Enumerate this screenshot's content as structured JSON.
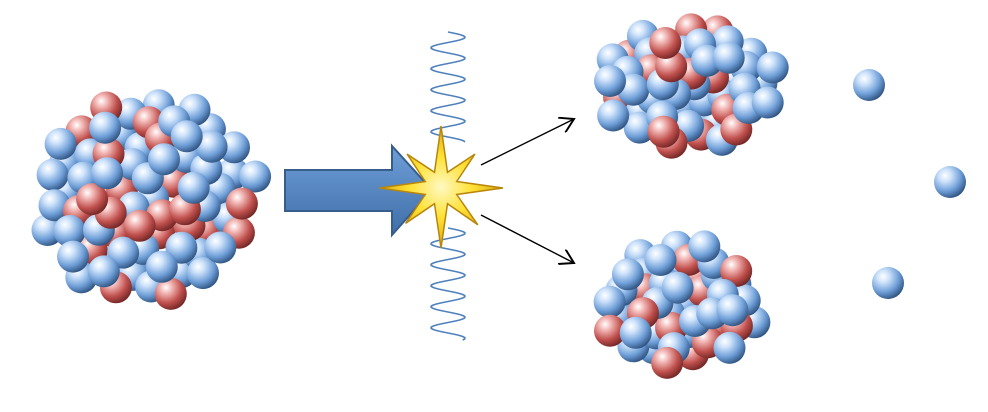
{
  "colors": {
    "background": "#ffffff",
    "neutron": "#6f9fd8",
    "proton": "#c0504d",
    "beam_arrow": "#4f81bd",
    "beam_arrow_edge": "#385d8a",
    "flash": "#f7d21a",
    "flash_edge": "#b8860b",
    "wave": "#4f81bd",
    "pointer_arrow": "#000000"
  },
  "elements": {
    "parent_nucleus": {
      "protons": 22,
      "neutrons": 48
    },
    "fragment_top": {
      "protons": 14,
      "neutrons": 34
    },
    "fragment_bottom": {
      "protons": 13,
      "neutrons": 32
    },
    "free_neutrons": 3,
    "icons": [
      "nucleus-icon",
      "beam-arrow-icon",
      "flash-star-icon",
      "wave-icon",
      "pointer-arrow-icon",
      "neutron-icon"
    ]
  }
}
